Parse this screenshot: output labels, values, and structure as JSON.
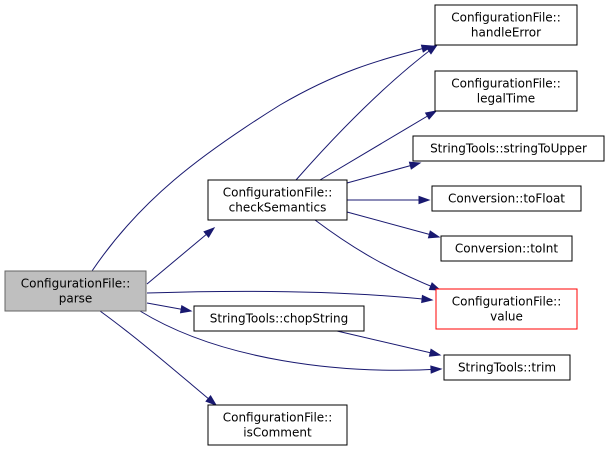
{
  "colors": {
    "edge": "#191970",
    "node_border": "#000000",
    "node_fill": "#ffffff",
    "root_fill": "#bfbfbf",
    "root_border": "#666666",
    "truncated_border": "#ff0000"
  },
  "nodes": {
    "parse": [
      "ConfigurationFile::",
      "parse"
    ],
    "checkSemantics": [
      "ConfigurationFile::",
      "checkSemantics"
    ],
    "chopString": [
      "StringTools::chopString"
    ],
    "isComment": [
      "ConfigurationFile::",
      "isComment"
    ],
    "handleError": [
      "ConfigurationFile::",
      "handleError"
    ],
    "legalTime": [
      "ConfigurationFile::",
      "legalTime"
    ],
    "stringToUpper": [
      "StringTools::stringToUpper"
    ],
    "toFloat": [
      "Conversion::toFloat"
    ],
    "toInt": [
      "Conversion::toInt"
    ],
    "value": [
      "ConfigurationFile::",
      "value"
    ],
    "trim": [
      "StringTools::trim"
    ]
  },
  "edges": [
    [
      "parse",
      "checkSemantics"
    ],
    [
      "parse",
      "handleError"
    ],
    [
      "parse",
      "value"
    ],
    [
      "parse",
      "chopString"
    ],
    [
      "parse",
      "trim"
    ],
    [
      "parse",
      "isComment"
    ],
    [
      "checkSemantics",
      "handleError"
    ],
    [
      "checkSemantics",
      "legalTime"
    ],
    [
      "checkSemantics",
      "stringToUpper"
    ],
    [
      "checkSemantics",
      "toFloat"
    ],
    [
      "checkSemantics",
      "toInt"
    ],
    [
      "checkSemantics",
      "value"
    ],
    [
      "chopString",
      "trim"
    ]
  ]
}
